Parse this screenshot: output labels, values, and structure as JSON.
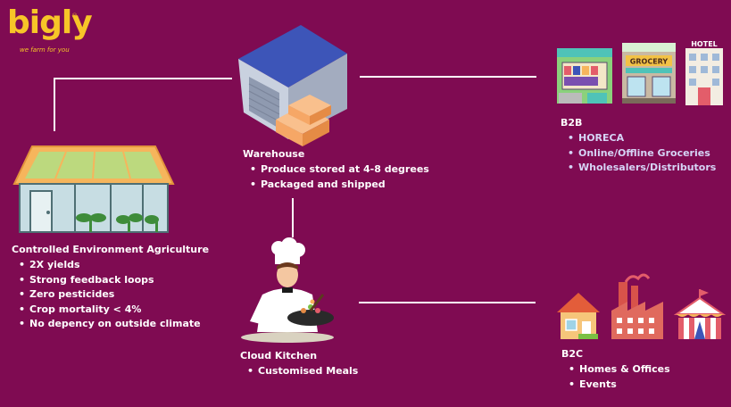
{
  "brand": {
    "name": "bigly",
    "tagline": "we farm for you",
    "mark": "®"
  },
  "nodes": {
    "cea": {
      "title": "Controlled Environment Agriculture",
      "items": [
        "2X yields",
        "Strong feedback loops",
        "Zero pesticides",
        "Crop mortality < 4%",
        "No depency on outside climate"
      ]
    },
    "warehouse": {
      "title": "Warehouse",
      "items": [
        "Produce stored at 4-8 degrees",
        "Packaged and shipped"
      ]
    },
    "b2b": {
      "title": "B2B",
      "items": [
        "HORECA",
        "Online/Offline Groceries",
        "Wholesalers/Distributors"
      ],
      "signs": {
        "grocery": "GROCERY",
        "hotel": "HOTEL"
      }
    },
    "kitchen": {
      "title": "Cloud Kitchen",
      "items": [
        "Customised Meals"
      ]
    },
    "b2c": {
      "title": "B2C",
      "items": [
        "Homes & Offices",
        "Events"
      ]
    }
  },
  "colors": {
    "background": "#7f0b52",
    "brand": "#f7c528",
    "text": "#ffffff",
    "b2b_text": "#d6d4f6",
    "roof_blue": "#3d55b8",
    "box_orange": "#f6a766"
  },
  "icons": [
    "greenhouse-icon",
    "warehouse-icon",
    "store-icon",
    "grocery-icon",
    "hotel-icon",
    "chef-icon",
    "house-icon",
    "factory-icon",
    "circus-tent-icon"
  ]
}
